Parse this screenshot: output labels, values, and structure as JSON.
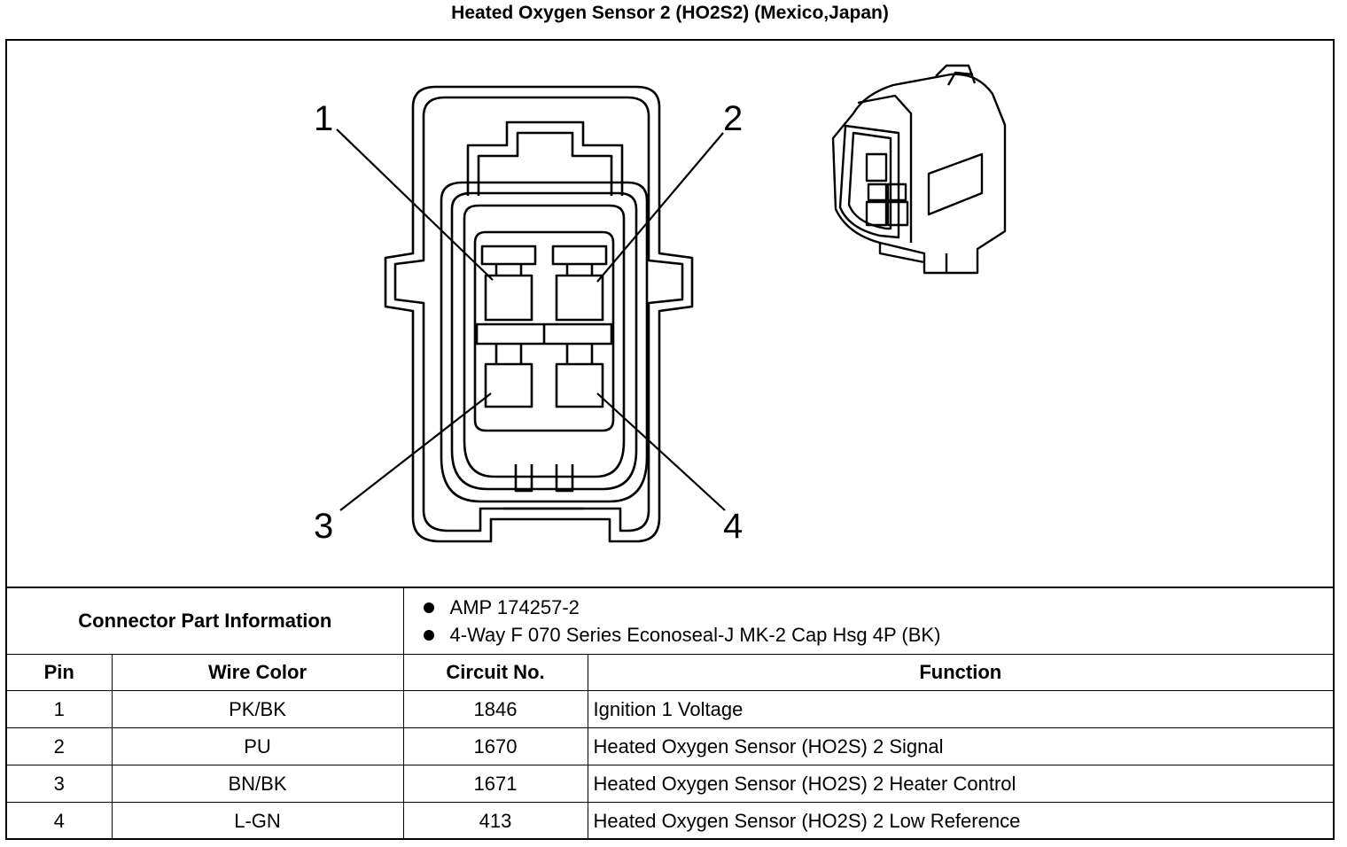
{
  "title": "Heated Oxygen Sensor 2 (HO2S2) (Mexico,Japan)",
  "diagram": {
    "pin_labels": [
      "1",
      "2",
      "3",
      "4"
    ]
  },
  "connector_info": {
    "label": "Connector Part Information",
    "items": [
      "AMP 174257-2",
      "4-Way F 070 Series Econoseal-J MK-2 Cap Hsg 4P (BK)"
    ]
  },
  "table": {
    "headers": [
      "Pin",
      "Wire Color",
      "Circuit No.",
      "Function"
    ],
    "rows": [
      [
        "1",
        "PK/BK",
        "1846",
        "Ignition 1 Voltage"
      ],
      [
        "2",
        "PU",
        "1670",
        "Heated Oxygen Sensor (HO2S) 2 Signal"
      ],
      [
        "3",
        "BN/BK",
        "1671",
        "Heated Oxygen Sensor (HO2S) 2 Heater Control"
      ],
      [
        "4",
        "L-GN",
        "413",
        "Heated Oxygen Sensor (HO2S) 2 Low Reference"
      ]
    ]
  }
}
